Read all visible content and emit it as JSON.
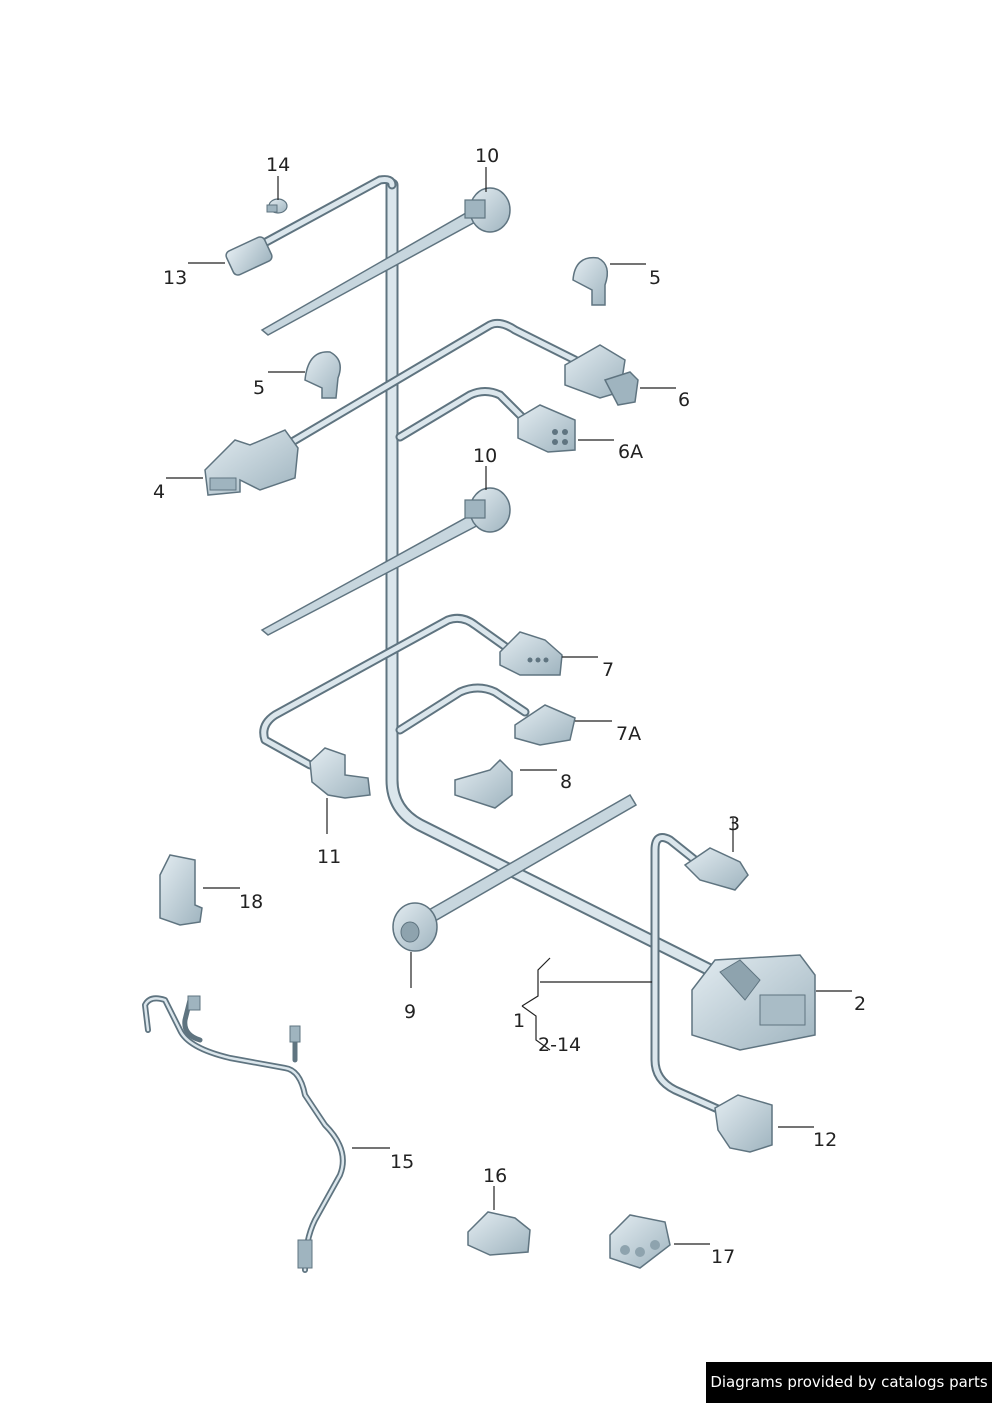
{
  "callouts": {
    "c1": "1",
    "c2": "2",
    "c2_14": "2-14",
    "c3": "3",
    "c4": "4",
    "c5a": "5",
    "c5b": "5",
    "c6": "6",
    "c6a": "6A",
    "c7": "7",
    "c7a": "7A",
    "c8": "8",
    "c9": "9",
    "c10a": "10",
    "c10b": "10",
    "c11": "11",
    "c12": "12",
    "c13": "13",
    "c14": "14",
    "c15": "15",
    "c16": "16",
    "c17": "17",
    "c18": "18"
  },
  "watermark": "Diagrams provided by catalogs parts",
  "colors": {
    "wire_outer": "#5f7480",
    "wire_fill": "#dbe6ec",
    "part_fill": "#b9cad3",
    "part_dark": "#7b8f9a",
    "line": "#222222"
  }
}
